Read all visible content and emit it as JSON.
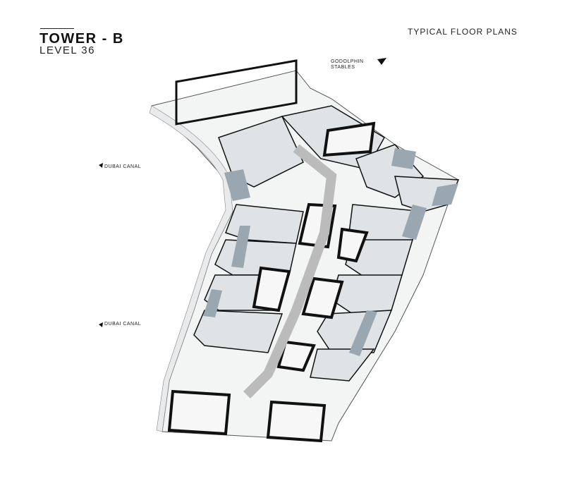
{
  "header": {
    "tower": "TOWER - B",
    "level": "LEVEL 36",
    "section": "TYPICAL FLOOR PLANS"
  },
  "labels": {
    "stables_line1": "GODOLPHIN",
    "stables_line2": "STABLES",
    "canal_top": "DUBAI CANAL",
    "canal_bottom": "DUBAI CANAL"
  },
  "colors": {
    "wall": "#111111",
    "unit": "#dfe3e6",
    "balcony": "#9aa7b0",
    "floor": "#f3f4f4"
  }
}
